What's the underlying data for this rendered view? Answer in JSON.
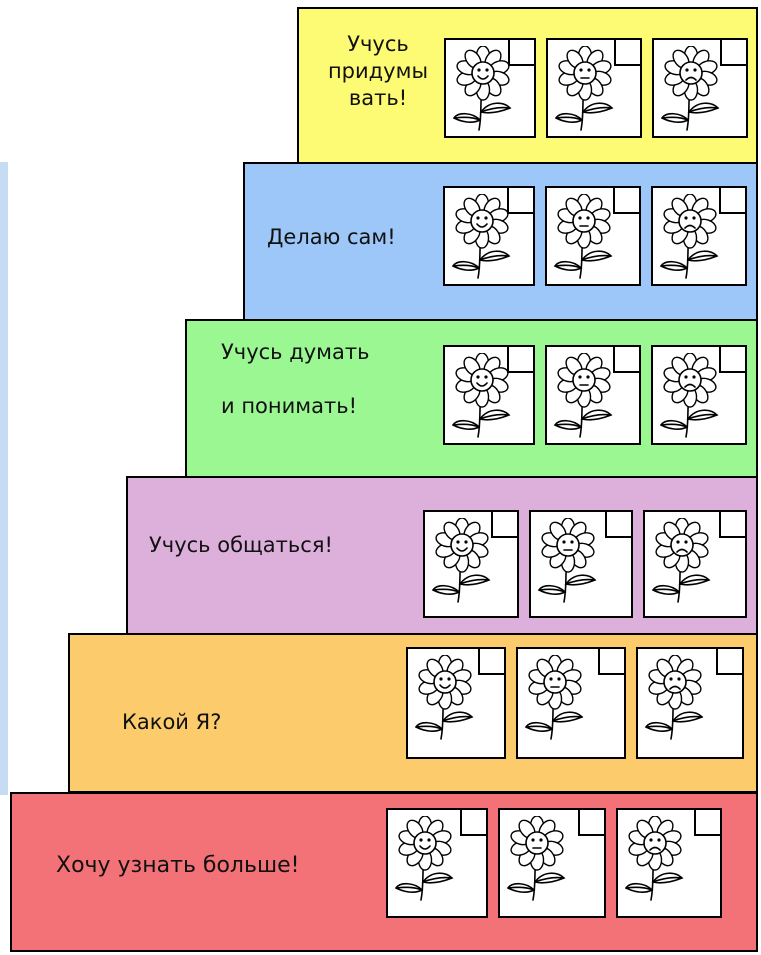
{
  "colors": {
    "yellow": "#fdfb73",
    "blue": "#9cc7f8",
    "green": "#9af792",
    "purple": "#ddb0dc",
    "orange": "#fccb6c",
    "red": "#f37277"
  },
  "steps": [
    {
      "label": "Учусь\nпридумы\nвать!",
      "color": "yellow"
    },
    {
      "label": "Делаю сам!",
      "color": "blue"
    },
    {
      "label": "Учусь думать\n\nи понимать!",
      "color": "green"
    },
    {
      "label": "Учусь общаться!",
      "color": "purple"
    },
    {
      "label": "Какой Я?",
      "color": "orange"
    },
    {
      "label": "Хочу узнать больше!",
      "color": "red"
    }
  ],
  "moods": [
    "happy-flower-icon",
    "neutral-flower-icon",
    "sad-flower-icon"
  ]
}
